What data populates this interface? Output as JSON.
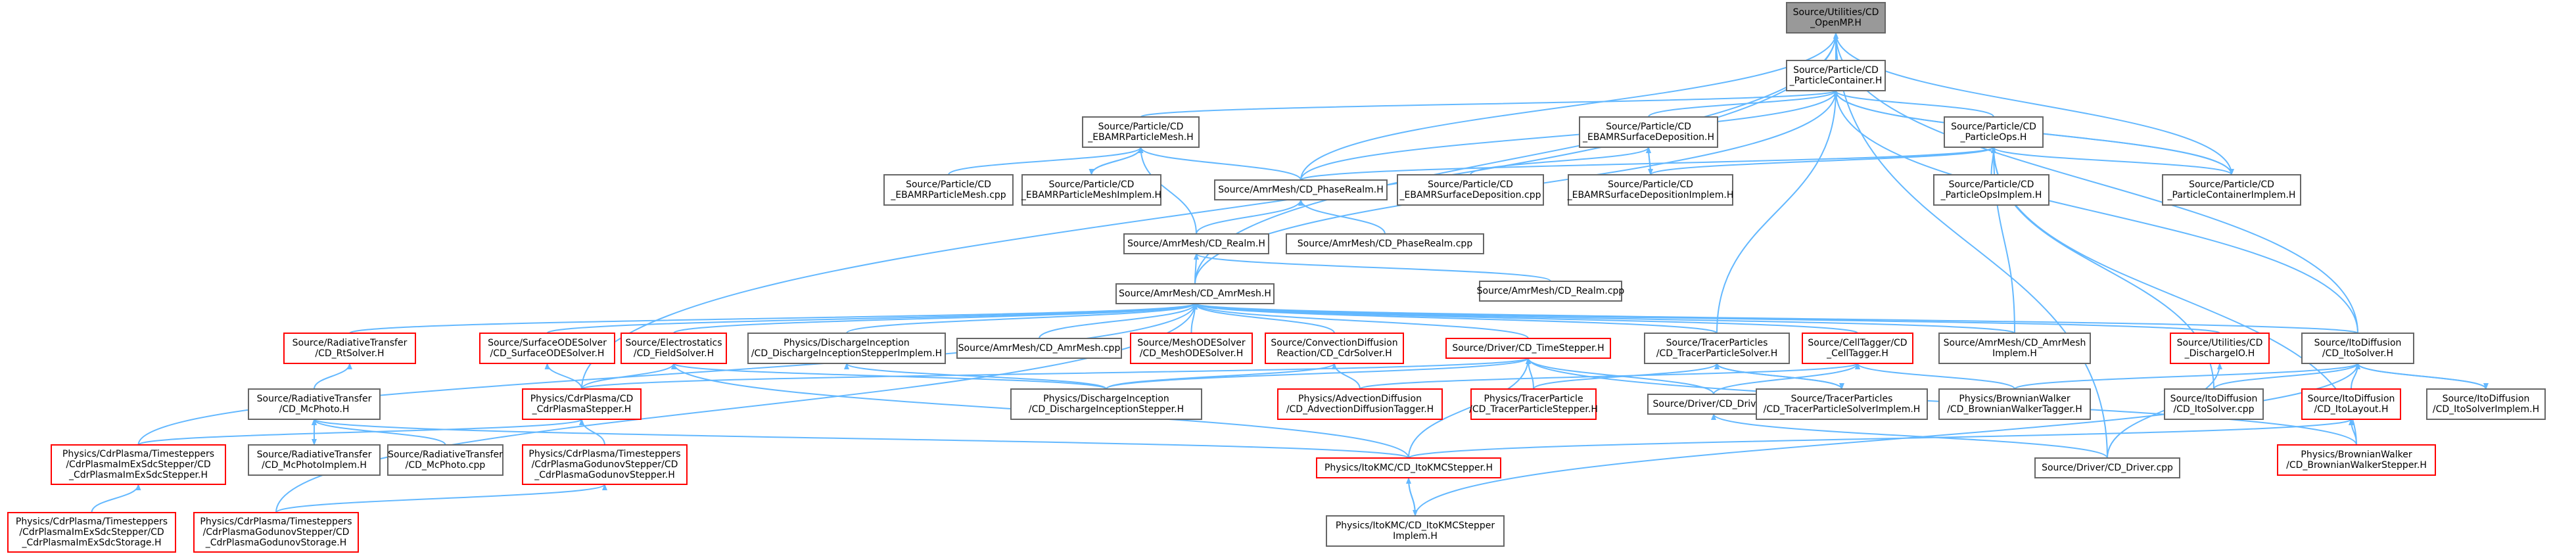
{
  "nodes": [
    {
      "id": "root",
      "lines": [
        "Source/Utilities/CD",
        "_OpenMP.H"
      ],
      "style": "root"
    },
    {
      "id": "pc",
      "lines": [
        "Source/Particle/CD",
        "_ParticleContainer.H"
      ],
      "style": "normal"
    },
    {
      "id": "ebpm",
      "lines": [
        "Source/Particle/CD",
        "_EBAMRParticleMesh.H"
      ],
      "style": "normal"
    },
    {
      "id": "ebsd",
      "lines": [
        "Source/Particle/CD",
        "_EBAMRSurfaceDeposition.H"
      ],
      "style": "normal"
    },
    {
      "id": "pops",
      "lines": [
        "Source/Particle/CD",
        "_ParticleOps.H"
      ],
      "style": "normal"
    },
    {
      "id": "ebpmcpp",
      "lines": [
        "Source/Particle/CD",
        "_EBAMRParticleMesh.cpp"
      ],
      "style": "normal"
    },
    {
      "id": "ebpmimpl",
      "lines": [
        "Source/Particle/CD",
        "_EBAMRParticleMeshImplem.H"
      ],
      "style": "normal"
    },
    {
      "id": "phase",
      "lines": [
        "Source/AmrMesh/CD_PhaseRealm.H"
      ],
      "style": "normal"
    },
    {
      "id": "ebsdcpp",
      "lines": [
        "Source/Particle/CD",
        "_EBAMRSurfaceDeposition.cpp"
      ],
      "style": "normal"
    },
    {
      "id": "ebsdimpl",
      "lines": [
        "Source/Particle/CD",
        "_EBAMRSurfaceDepositionImplem.H"
      ],
      "style": "normal"
    },
    {
      "id": "popsimpl",
      "lines": [
        "Source/Particle/CD",
        "_ParticleOpsImplem.H"
      ],
      "style": "normal"
    },
    {
      "id": "pcimpl",
      "lines": [
        "Source/Particle/CD",
        "_ParticleContainerImplem.H"
      ],
      "style": "normal"
    },
    {
      "id": "realm",
      "lines": [
        "Source/AmrMesh/CD_Realm.H"
      ],
      "style": "normal"
    },
    {
      "id": "phasecpp",
      "lines": [
        "Source/AmrMesh/CD_PhaseRealm.cpp"
      ],
      "style": "normal"
    },
    {
      "id": "realmcpp",
      "lines": [
        "Source/AmrMesh/CD_Realm.cpp"
      ],
      "style": "normal"
    },
    {
      "id": "amrmesh",
      "lines": [
        "Source/AmrMesh/CD_AmrMesh.H"
      ],
      "style": "normal"
    },
    {
      "id": "rtsolver",
      "lines": [
        "Source/RadiativeTransfer",
        "/CD_RtSolver.H"
      ],
      "style": "red"
    },
    {
      "id": "sode",
      "lines": [
        "Source/SurfaceODESolver",
        "/CD_SurfaceODESolver.H"
      ],
      "style": "red"
    },
    {
      "id": "fieldsolver",
      "lines": [
        "Source/Electrostatics",
        "/CD_FieldSolver.H"
      ],
      "style": "red"
    },
    {
      "id": "dischimpl",
      "lines": [
        "Physics/DischargeInception",
        "/CD_DischargeInceptionStepperImplem.H"
      ],
      "style": "normal"
    },
    {
      "id": "amrmeshcpp",
      "lines": [
        "Source/AmrMesh/CD_AmrMesh.cpp"
      ],
      "style": "normal"
    },
    {
      "id": "meshode",
      "lines": [
        "Source/MeshODESolver",
        "/CD_MeshODESolver.H"
      ],
      "style": "red"
    },
    {
      "id": "cdr",
      "lines": [
        "Source/ConvectionDiffusion",
        "Reaction/CD_CdrSolver.H"
      ],
      "style": "red"
    },
    {
      "id": "ts",
      "lines": [
        "Source/Driver/CD_TimeStepper.H"
      ],
      "style": "red"
    },
    {
      "id": "tracer",
      "lines": [
        "Source/TracerParticles",
        "/CD_TracerParticleSolver.H"
      ],
      "style": "normal"
    },
    {
      "id": "celltag",
      "lines": [
        "Source/CellTagger/CD",
        "_CellTagger.H"
      ],
      "style": "red"
    },
    {
      "id": "amrmeshimpl",
      "lines": [
        "Source/AmrMesh/CD_AmrMesh",
        "Implem.H"
      ],
      "style": "normal"
    },
    {
      "id": "dischio",
      "lines": [
        "Source/Utilities/CD",
        "_DischargeIO.H"
      ],
      "style": "red"
    },
    {
      "id": "itosolver",
      "lines": [
        "Source/ItoDiffusion",
        "/CD_ItoSolver.H"
      ],
      "style": "normal"
    },
    {
      "id": "mcphoto",
      "lines": [
        "Source/RadiativeTransfer",
        "/CD_McPhoto.H"
      ],
      "style": "normal"
    },
    {
      "id": "cdrplasma",
      "lines": [
        "Physics/CdrPlasma/CD",
        "_CdrPlasmaStepper.H"
      ],
      "style": "red"
    },
    {
      "id": "dischstep",
      "lines": [
        "Physics/DischargeInception",
        "/CD_DischargeInceptionStepper.H"
      ],
      "style": "normal"
    },
    {
      "id": "advdiff",
      "lines": [
        "Physics/AdvectionDiffusion",
        "/CD_AdvectionDiffusionTagger.H"
      ],
      "style": "red"
    },
    {
      "id": "tracerstep",
      "lines": [
        "Physics/TracerParticle",
        "/CD_TracerParticleStepper.H"
      ],
      "style": "red"
    },
    {
      "id": "driver",
      "lines": [
        "Source/Driver/CD_Driver.H"
      ],
      "style": "normal"
    },
    {
      "id": "tracerimpl",
      "lines": [
        "Source/TracerParticles",
        "/CD_TracerParticleSolverImplem.H"
      ],
      "style": "normal"
    },
    {
      "id": "bwtagger",
      "lines": [
        "Physics/BrownianWalker",
        "/CD_BrownianWalkerTagger.H"
      ],
      "style": "normal"
    },
    {
      "id": "itocpp",
      "lines": [
        "Source/ItoDiffusion",
        "/CD_ItoSolver.cpp"
      ],
      "style": "normal"
    },
    {
      "id": "itolayout",
      "lines": [
        "Source/ItoDiffusion",
        "/CD_ItoLayout.H"
      ],
      "style": "red"
    },
    {
      "id": "itoimpl",
      "lines": [
        "Source/ItoDiffusion",
        "/CD_ItoSolverImplem.H"
      ],
      "style": "normal"
    },
    {
      "id": "imex",
      "lines": [
        "Physics/CdrPlasma/Timesteppers",
        "/CdrPlasmaImExSdcStepper/CD",
        "_CdrPlasmaImExSdcStepper.H"
      ],
      "style": "red"
    },
    {
      "id": "mcphotoimpl",
      "lines": [
        "Source/RadiativeTransfer",
        "/CD_McPhotoImplem.H"
      ],
      "style": "normal"
    },
    {
      "id": "mcphotocpp",
      "lines": [
        "Source/RadiativeTransfer",
        "/CD_McPhoto.cpp"
      ],
      "style": "normal"
    },
    {
      "id": "godunov",
      "lines": [
        "Physics/CdrPlasma/Timesteppers",
        "/CdrPlasmaGodunovStepper/CD",
        "_CdrPlasmaGodunovStepper.H"
      ],
      "style": "red"
    },
    {
      "id": "itokmc",
      "lines": [
        "Physics/ItoKMC/CD_ItoKMCStepper.H"
      ],
      "style": "red"
    },
    {
      "id": "drivercpp",
      "lines": [
        "Source/Driver/CD_Driver.cpp"
      ],
      "style": "normal"
    },
    {
      "id": "bwstep",
      "lines": [
        "Physics/BrownianWalker",
        "/CD_BrownianWalkerStepper.H"
      ],
      "style": "red"
    },
    {
      "id": "imexstorage",
      "lines": [
        "Physics/CdrPlasma/Timesteppers",
        "/CdrPlasmaImExSdcStepper/CD",
        "_CdrPlasmaImExSdcStorage.H"
      ],
      "style": "red"
    },
    {
      "id": "godunovstorage",
      "lines": [
        "Physics/CdrPlasma/Timesteppers",
        "/CdrPlasmaGodunovStepper/CD",
        "_CdrPlasmaGodunovStorage.H"
      ],
      "style": "red"
    },
    {
      "id": "itokmcimpl",
      "lines": [
        "Physics/ItoKMC/CD_ItoKMCStepper",
        "Implem.H"
      ],
      "style": "normal"
    }
  ],
  "edges": [
    [
      "pc",
      "root"
    ],
    [
      "ebpm",
      "pc"
    ],
    [
      "ebsd",
      "pc"
    ],
    [
      "pops",
      "pc"
    ],
    [
      "pcimpl",
      "pc"
    ],
    [
      "phase",
      "pc"
    ],
    [
      "amrmesh",
      "pc"
    ],
    [
      "tracer",
      "pc"
    ],
    [
      "itosolver",
      "pc"
    ],
    [
      "ebpmcpp",
      "ebpm"
    ],
    [
      "ebpmimpl",
      "ebpm"
    ],
    [
      "phase",
      "ebpm"
    ],
    [
      "realm",
      "ebpm"
    ],
    [
      "ebsdcpp",
      "ebsd"
    ],
    [
      "ebsdimpl",
      "ebsd"
    ],
    [
      "popsimpl",
      "pops"
    ],
    [
      "pcimpl",
      "pops"
    ],
    [
      "ebsdimpl",
      "pops"
    ],
    [
      "amrmeshimpl",
      "pops"
    ],
    [
      "itocpp",
      "pops"
    ],
    [
      "bwstep",
      "pops"
    ],
    [
      "phase",
      "pops"
    ],
    [
      "realm",
      "phase"
    ],
    [
      "phasecpp",
      "phase"
    ],
    [
      "amrmesh",
      "realm"
    ],
    [
      "realmcpp",
      "realm"
    ],
    [
      "rtsolver",
      "amrmesh"
    ],
    [
      "sode",
      "amrmesh"
    ],
    [
      "fieldsolver",
      "amrmesh"
    ],
    [
      "dischimpl",
      "amrmesh"
    ],
    [
      "amrmeshcpp",
      "amrmesh"
    ],
    [
      "meshode",
      "amrmesh"
    ],
    [
      "cdr",
      "amrmesh"
    ],
    [
      "ts",
      "amrmesh"
    ],
    [
      "tracer",
      "amrmesh"
    ],
    [
      "celltag",
      "amrmesh"
    ],
    [
      "amrmeshimpl",
      "amrmesh"
    ],
    [
      "dischio",
      "amrmesh"
    ],
    [
      "itosolver",
      "amrmesh"
    ],
    [
      "imex",
      "amrmesh"
    ],
    [
      "godunovstorage",
      "amrmesh"
    ],
    [
      "mcphoto",
      "rtsolver"
    ],
    [
      "cdrplasma",
      "sode"
    ],
    [
      "cdrplasma",
      "fieldsolver"
    ],
    [
      "dischstep",
      "fieldsolver"
    ],
    [
      "itokmc",
      "fieldsolver"
    ],
    [
      "dischstep",
      "dischimpl"
    ],
    [
      "advdiff",
      "cdr"
    ],
    [
      "dischstep",
      "cdr"
    ],
    [
      "cdrplasma",
      "ts"
    ],
    [
      "dischstep",
      "ts"
    ],
    [
      "tracerstep",
      "ts"
    ],
    [
      "driver",
      "ts"
    ],
    [
      "itokmc",
      "ts"
    ],
    [
      "bwstep",
      "ts"
    ],
    [
      "tracerstep",
      "tracer"
    ],
    [
      "tracerimpl",
      "tracer"
    ],
    [
      "driver",
      "celltag"
    ],
    [
      "advdiff",
      "celltag"
    ],
    [
      "bwtagger",
      "celltag"
    ],
    [
      "drivercpp",
      "dischio"
    ],
    [
      "itocpp",
      "itosolver"
    ],
    [
      "itolayout",
      "itosolver"
    ],
    [
      "itoimpl",
      "itosolver"
    ],
    [
      "bwtagger",
      "itosolver"
    ],
    [
      "itokmcimpl",
      "itosolver"
    ],
    [
      "mcphotoimpl",
      "mcphoto"
    ],
    [
      "mcphotocpp",
      "mcphoto"
    ],
    [
      "itokmc",
      "mcphoto"
    ],
    [
      "imex",
      "cdrplasma"
    ],
    [
      "godunov",
      "cdrplasma"
    ],
    [
      "godunovstorage",
      "godunov"
    ],
    [
      "imexstorage",
      "imex"
    ],
    [
      "itokmcimpl",
      "itokmc"
    ],
    [
      "itokmc",
      "itolayout"
    ],
    [
      "bwstep",
      "itolayout"
    ],
    [
      "itokmc",
      "itokmcimpl"
    ],
    [
      "ebpm",
      "ebpmimpl"
    ],
    [
      "ebsd",
      "ebsdimpl"
    ],
    [
      "pc",
      "pcimpl"
    ],
    [
      "itosolver",
      "itoimpl"
    ],
    [
      "tracer",
      "tracerimpl"
    ],
    [
      "mcphoto",
      "mcphotoimpl"
    ],
    [
      "drivercpp",
      "driver"
    ],
    [
      "phase",
      "root"
    ],
    [
      "itosolver",
      "root"
    ],
    [
      "drivercpp",
      "root"
    ],
    [
      "amrmesh",
      "root"
    ],
    [
      "cdrplasma",
      "root"
    ],
    [
      "pcimpl",
      "root"
    ]
  ]
}
